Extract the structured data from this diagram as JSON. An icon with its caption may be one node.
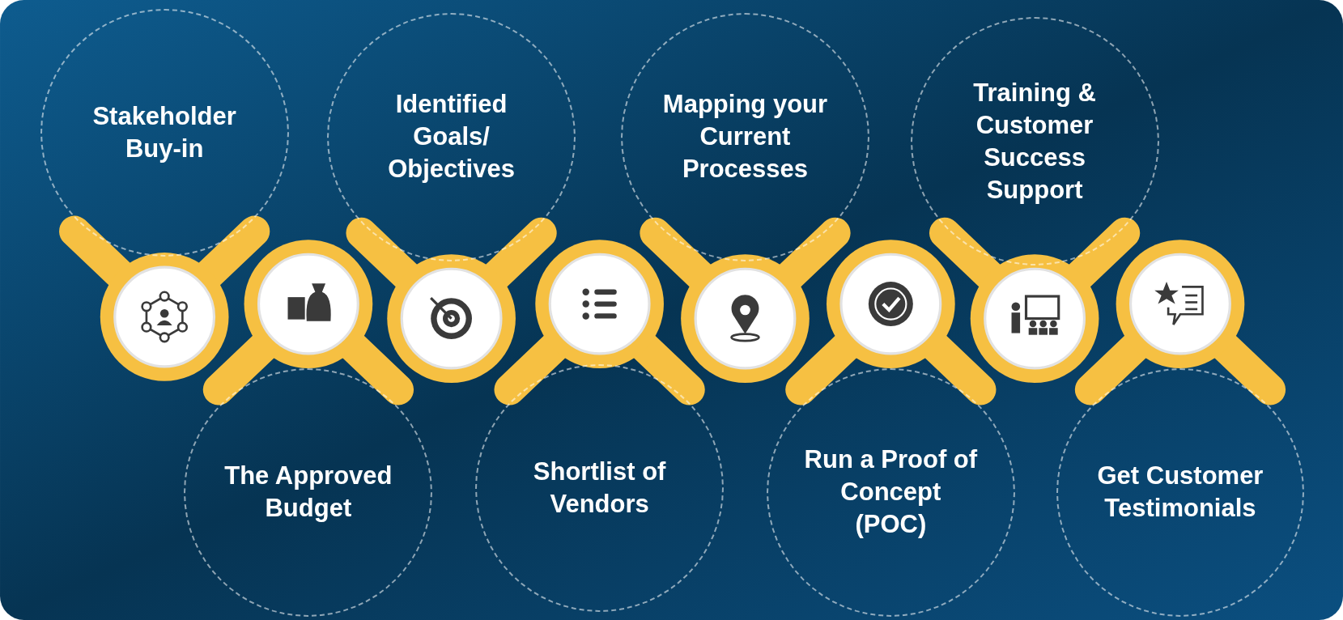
{
  "diagram": {
    "nodes": [
      {
        "text": [
          "Stakeholder Buy-in"
        ]
      },
      {
        "text": [
          "The Approved Budget"
        ]
      },
      {
        "text": [
          "Identified Goals/ Objectives"
        ]
      },
      {
        "text": [
          "Shortlist of Vendors"
        ]
      },
      {
        "text": [
          "Mapping your Current Processes"
        ]
      },
      {
        "text": [
          "Run a Proof of Concept (POC)"
        ]
      },
      {
        "text": [
          "Training & Customer Success Support"
        ]
      },
      {
        "text": [
          "Get Customer Testimonials"
        ]
      }
    ]
  }
}
